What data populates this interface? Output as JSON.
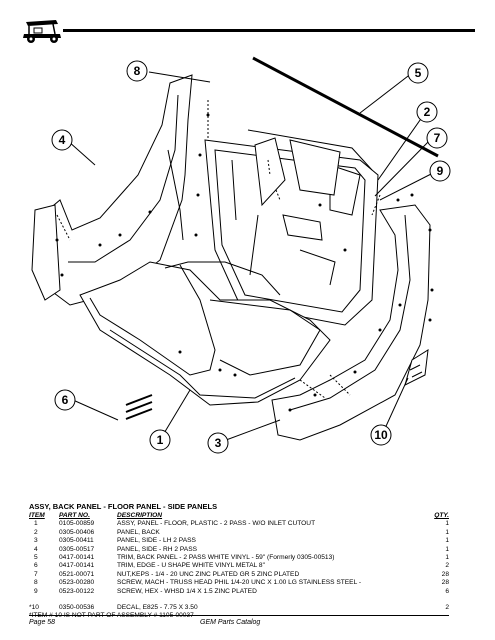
{
  "callouts": [
    "8",
    "5",
    "2",
    "7",
    "4",
    "9",
    "6",
    "1",
    "3",
    "10"
  ],
  "parts": {
    "title": "ASSY, BACK PANEL - FLOOR PANEL - SIDE PANELS",
    "headers": {
      "item": "ITEM",
      "part": "PART NO.",
      "desc": "DESCRIPTION",
      "qty": "QTY."
    },
    "rows": [
      {
        "item": "1",
        "part": "0105-00859",
        "desc": "ASSY, PANEL - FLOOR, PLASTIC - 2 PASS - W/O INLET CUTOUT",
        "qty": "1"
      },
      {
        "item": "2",
        "part": "0305-00406",
        "desc": "PANEL, BACK",
        "qty": "1"
      },
      {
        "item": "3",
        "part": "0305-00411",
        "desc": "PANEL, SIDE - LH 2 PASS",
        "qty": "1"
      },
      {
        "item": "4",
        "part": "0305-00517",
        "desc": "PANEL, SIDE - RH 2 PASS",
        "qty": "1"
      },
      {
        "item": "5",
        "part": "0417-00141",
        "desc": "TRIM, BACK PANEL - 2 PASS WHITE VINYL - 59\" (Formerly 0305-00513)",
        "qty": "1"
      },
      {
        "item": "6",
        "part": "0417-00141",
        "desc": "TRIM, EDGE - U SHAPE WHITE VINYL METAL 8\"",
        "qty": "2"
      },
      {
        "item": "7",
        "part": "0521-00071",
        "desc": "NUT,KEPS - 1/4 - 20 UNC ZINC PLATED GR 5 ZINC PLATED",
        "qty": "28"
      },
      {
        "item": "8",
        "part": "0523-00280",
        "desc": "SCREW, MACH - TRUSS HEAD PHIL 1/4-20 UNC X 1.00 LG STAINLESS STEEL -",
        "qty": "28"
      },
      {
        "item": "9",
        "part": "0523-00122",
        "desc": "SCREW, HEX - WHSD 1/4 X 1.5 ZINC PLATED",
        "qty": "6"
      }
    ],
    "extra_row": {
      "item": "*10",
      "part": "0350-00536",
      "desc": "DECAL, E825 - 7.75 X 3.50",
      "qty": "2"
    },
    "note": "*ITEM # 10 IS NOT PART OF ASSEMBLY # 1105-00037"
  },
  "footer": {
    "page": "Page  58",
    "catalog": "GEM Parts Catalog"
  }
}
